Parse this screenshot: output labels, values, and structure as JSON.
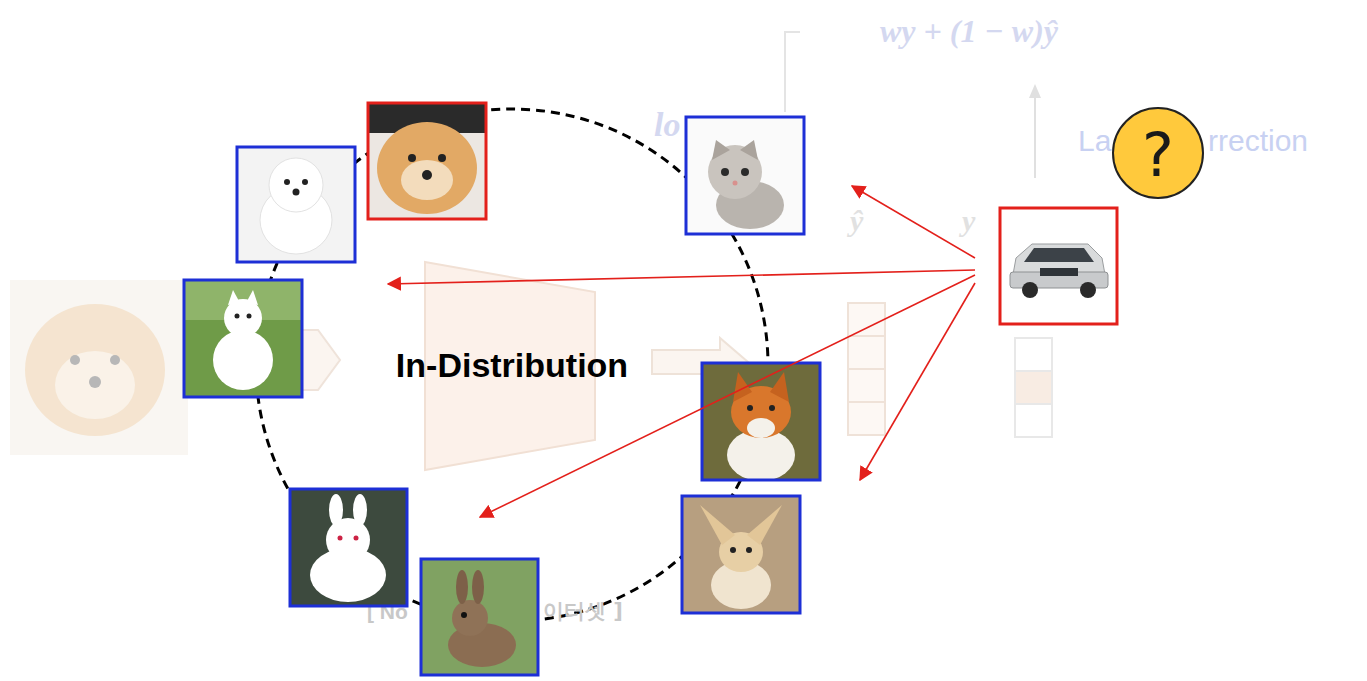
{
  "diagram": {
    "nodes": [
      {
        "text": [
          "In-Distribution"
        ]
      },
      {
        "text": [
          "?"
        ]
      }
    ],
    "labels": [
      "wy + (1 − w)ŷ",
      "La",
      "rrection",
      "lo",
      "ŷ",
      "y",
      "[ No",
      "이터셋 ]"
    ]
  }
}
